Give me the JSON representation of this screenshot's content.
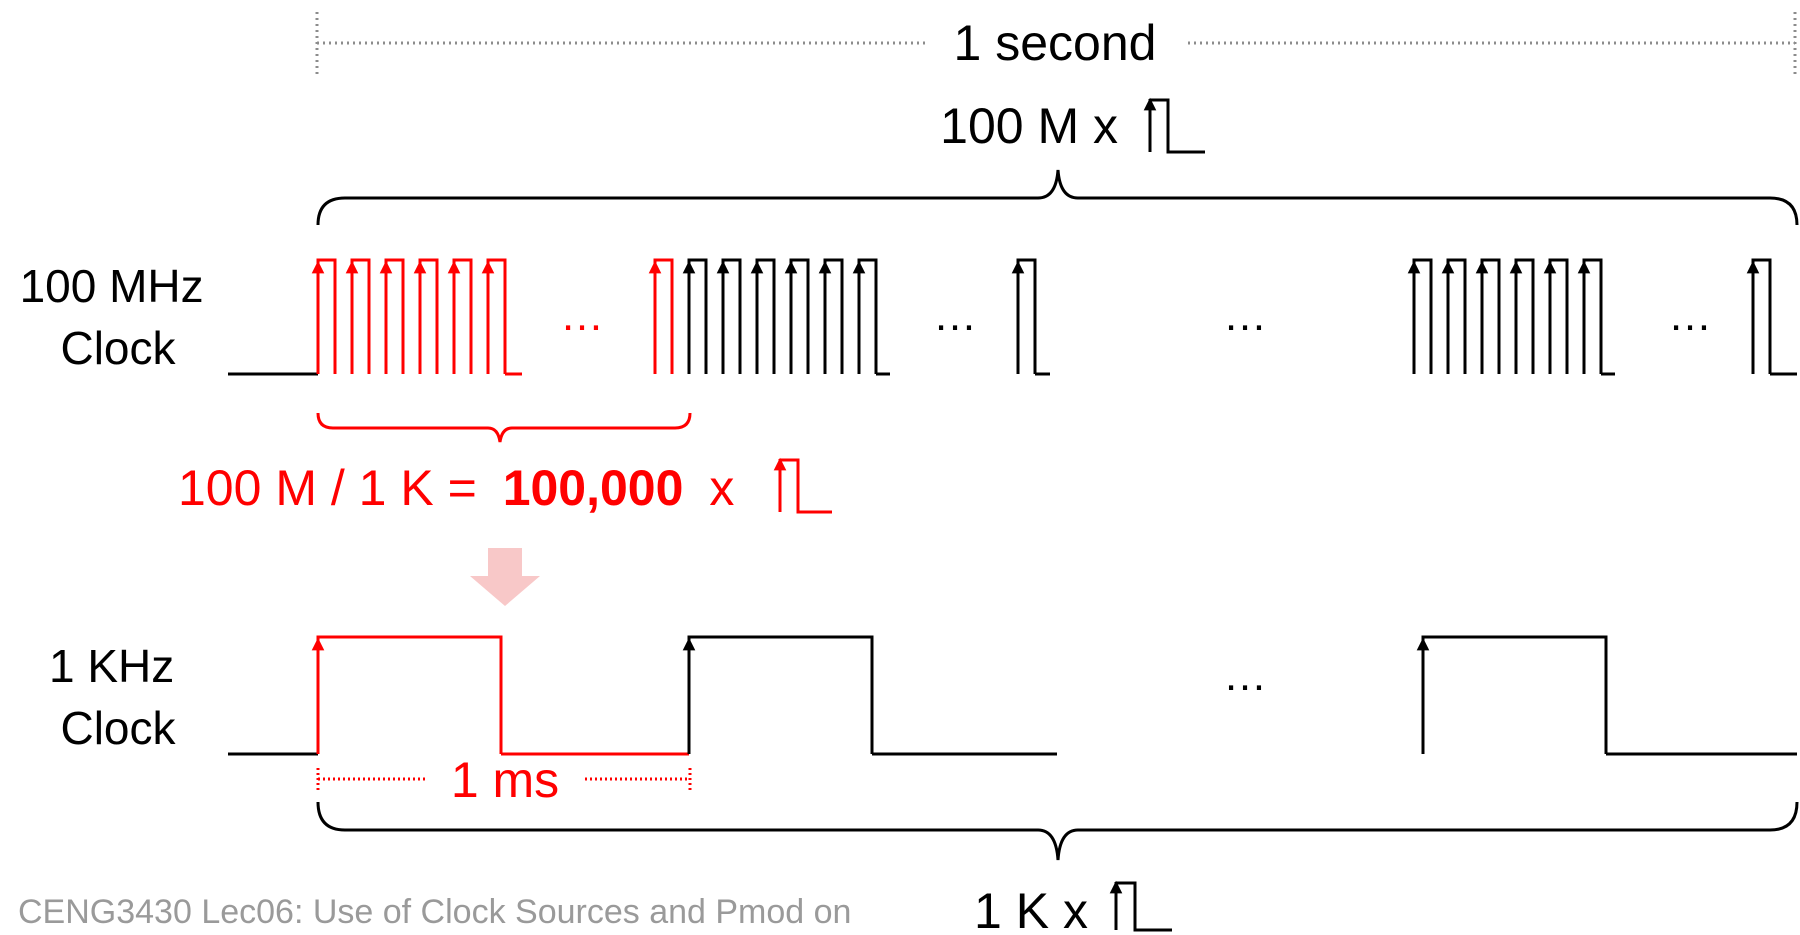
{
  "diagram": {
    "top_span_label": "1 second",
    "top_count_label": "100 M x",
    "fast_clock_label_line1": "100 MHz",
    "fast_clock_label_line2": "Clock",
    "slow_clock_label_line1": "1 KHz",
    "slow_clock_label_line2": "Clock",
    "division_prefix": "100 M / 1 K =",
    "division_result": "100,000",
    "division_suffix": "x",
    "period_label": "1 ms",
    "bottom_count_label": "1 K x",
    "ellipsis": "…"
  },
  "footer": {
    "text": "CENG3430 Lec06: Use of Clock Sources and Pmod on"
  },
  "colors": {
    "highlight": "#ff0000",
    "signal": "#000000",
    "guide": "#8c8c8c",
    "arrow_down": "#f8c8c8",
    "footer_text": "#9a9a9a"
  }
}
